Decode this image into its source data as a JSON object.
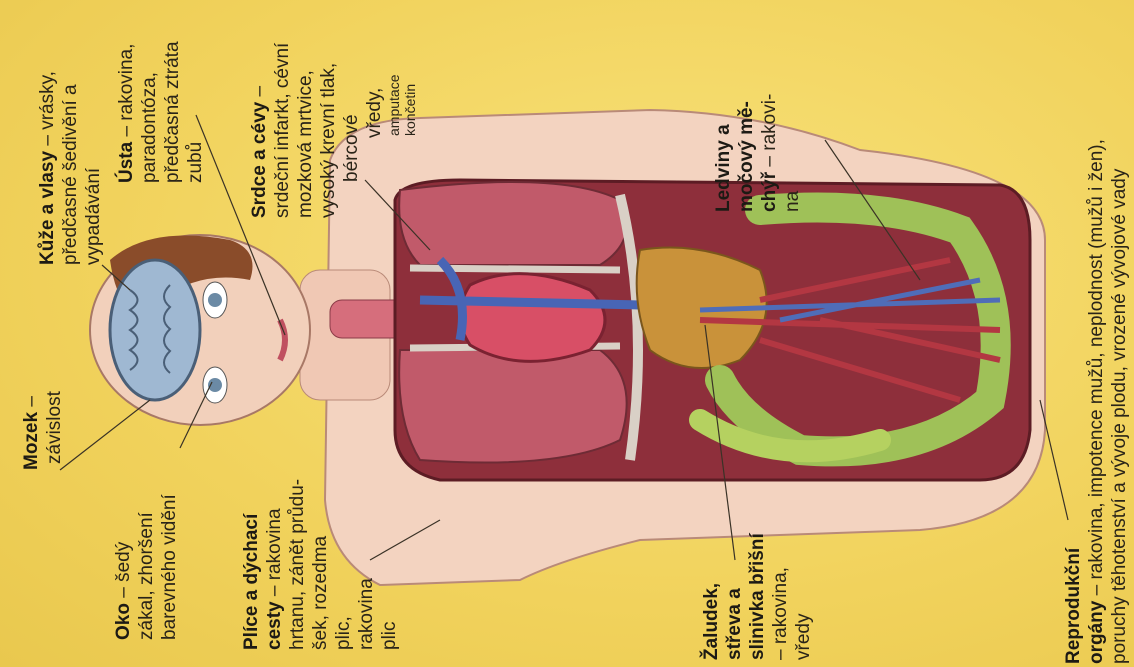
{
  "labels": {
    "mozek": {
      "title": "Mozek",
      "dash": " –",
      "lines": [
        "závislost"
      ]
    },
    "oko": {
      "title": "Oko",
      "dash": " – šedý",
      "lines": [
        "zákal, zhoršení",
        "barevného vidění"
      ]
    },
    "plice": {
      "title": "Plíce a dýchací",
      "title2": "cesty",
      "dash2": " – rakovina",
      "lines": [
        "hrtanu, zánět průdu-",
        "šek, rozedma",
        "plic,",
        "rakovina",
        "plic"
      ]
    },
    "zaludek": {
      "title": "Žaludek,",
      "title2": "střeva a",
      "title3": "slinivka břišní",
      "lines": [
        "– rakovina,",
        "vředy"
      ]
    },
    "reprodukcni": {
      "title": "Reprodukční",
      "title2": "orgány",
      "dash2": " – rakovina, impotence mužů, neplodnost (mužů i žen),",
      "lines": [
        "poruchy těhotenství a vývoje plodu, vrozené vývojové vady"
      ]
    },
    "kuze": {
      "title": "Kůže a vlasy",
      "dash": " – vrásky,",
      "lines": [
        "předčasné šedivění a",
        "vypadávání"
      ]
    },
    "usta": {
      "title": "Ústa",
      "dash": " – rakovina,",
      "lines": [
        "paradontóza,",
        "předčasná ztráta",
        "zubů"
      ]
    },
    "srdce": {
      "title": "Srdce a cévy",
      "dash": " –",
      "lines": [
        "srdeční infarkt, cévní",
        "mozková mrtvice,",
        "vysoký krevní tlak,",
        "bércové",
        "vředy,"
      ],
      "small": [
        "amputace",
        "končetin"
      ]
    },
    "ledviny": {
      "title": "Ledviny a",
      "title2": "močový mě-",
      "title3": "chýř",
      "dash3": " – rakovi-",
      "lines": [
        "na"
      ]
    }
  },
  "colors": {
    "background": "#f2d96a",
    "skin": "#f3d3c0",
    "text": "#2a2418"
  }
}
